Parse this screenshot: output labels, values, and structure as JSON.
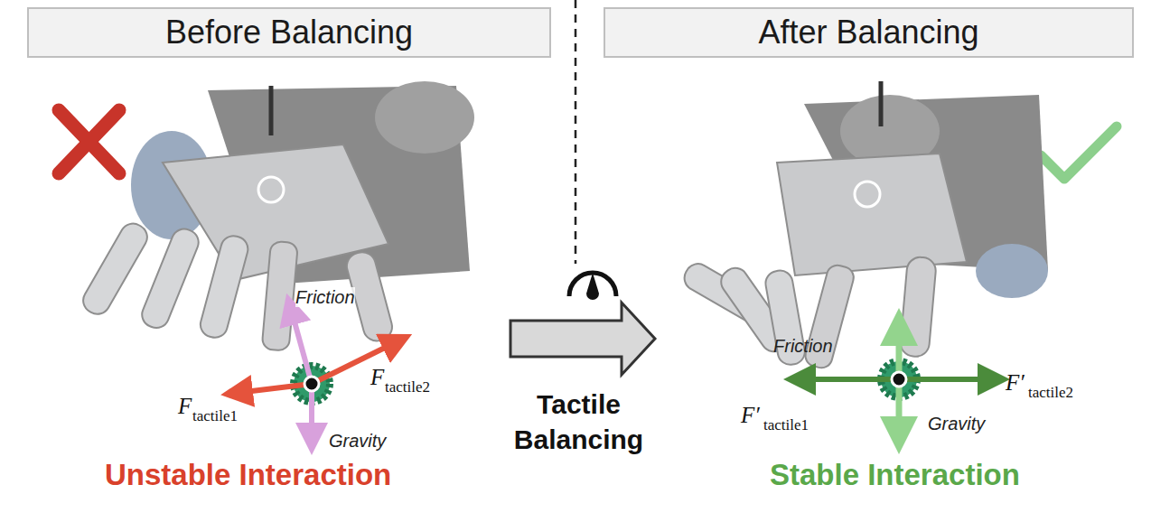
{
  "diagram": {
    "nodes": [
      {
        "text": [
          "Before Balancing"
        ]
      },
      {
        "text": [
          "After Balancing"
        ]
      }
    ],
    "labels": [
      "Friction",
      "F",
      "tactile1",
      "F",
      "tactile2",
      "Gravity",
      "Unstable Interaction",
      "Tactile Balancing",
      "Friction",
      "F′",
      "tactile1",
      "F′",
      "tactile2",
      "Gravity",
      "Stable Interaction"
    ]
  }
}
